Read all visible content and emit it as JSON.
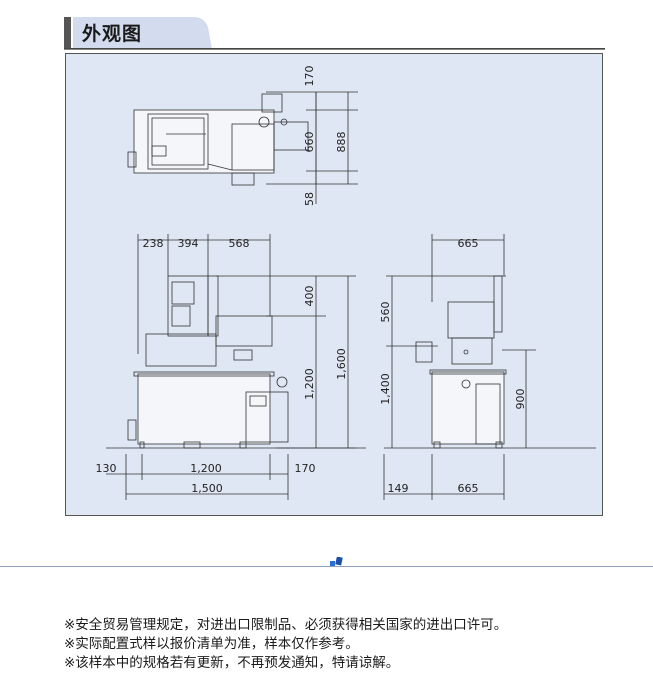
{
  "section": {
    "title": "外观图"
  },
  "dimensions": {
    "top_view": {
      "right": [
        "170",
        "660",
        "58"
      ],
      "overall": "888"
    },
    "front_view": {
      "top": [
        "238",
        "394",
        "568"
      ],
      "height_upper": "400",
      "height_lower": "1,200",
      "height_overall": "1,600",
      "bottom_row1": [
        "130",
        "1,200",
        "170"
      ],
      "bottom_overall": "1,500"
    },
    "side_view": {
      "top": "665",
      "height_upper": "560",
      "height_lower": "1,400",
      "height_right": "900",
      "bottom": [
        "149",
        "665"
      ]
    }
  },
  "notes": [
    "※安全贸易管理规定，对进出口限制品、必须获得相关国家的进出口许可。",
    "※实际配置式样以报价清单为准，样本仅作参考。",
    "※该样本中的规格若有更新，不再预发通知，特请谅解。"
  ],
  "colors": {
    "drawing_bg": "#dfe6f4",
    "tab_bg": "#d3dcee",
    "tab_bar": "#555555",
    "mark": "#2a6fd6"
  }
}
